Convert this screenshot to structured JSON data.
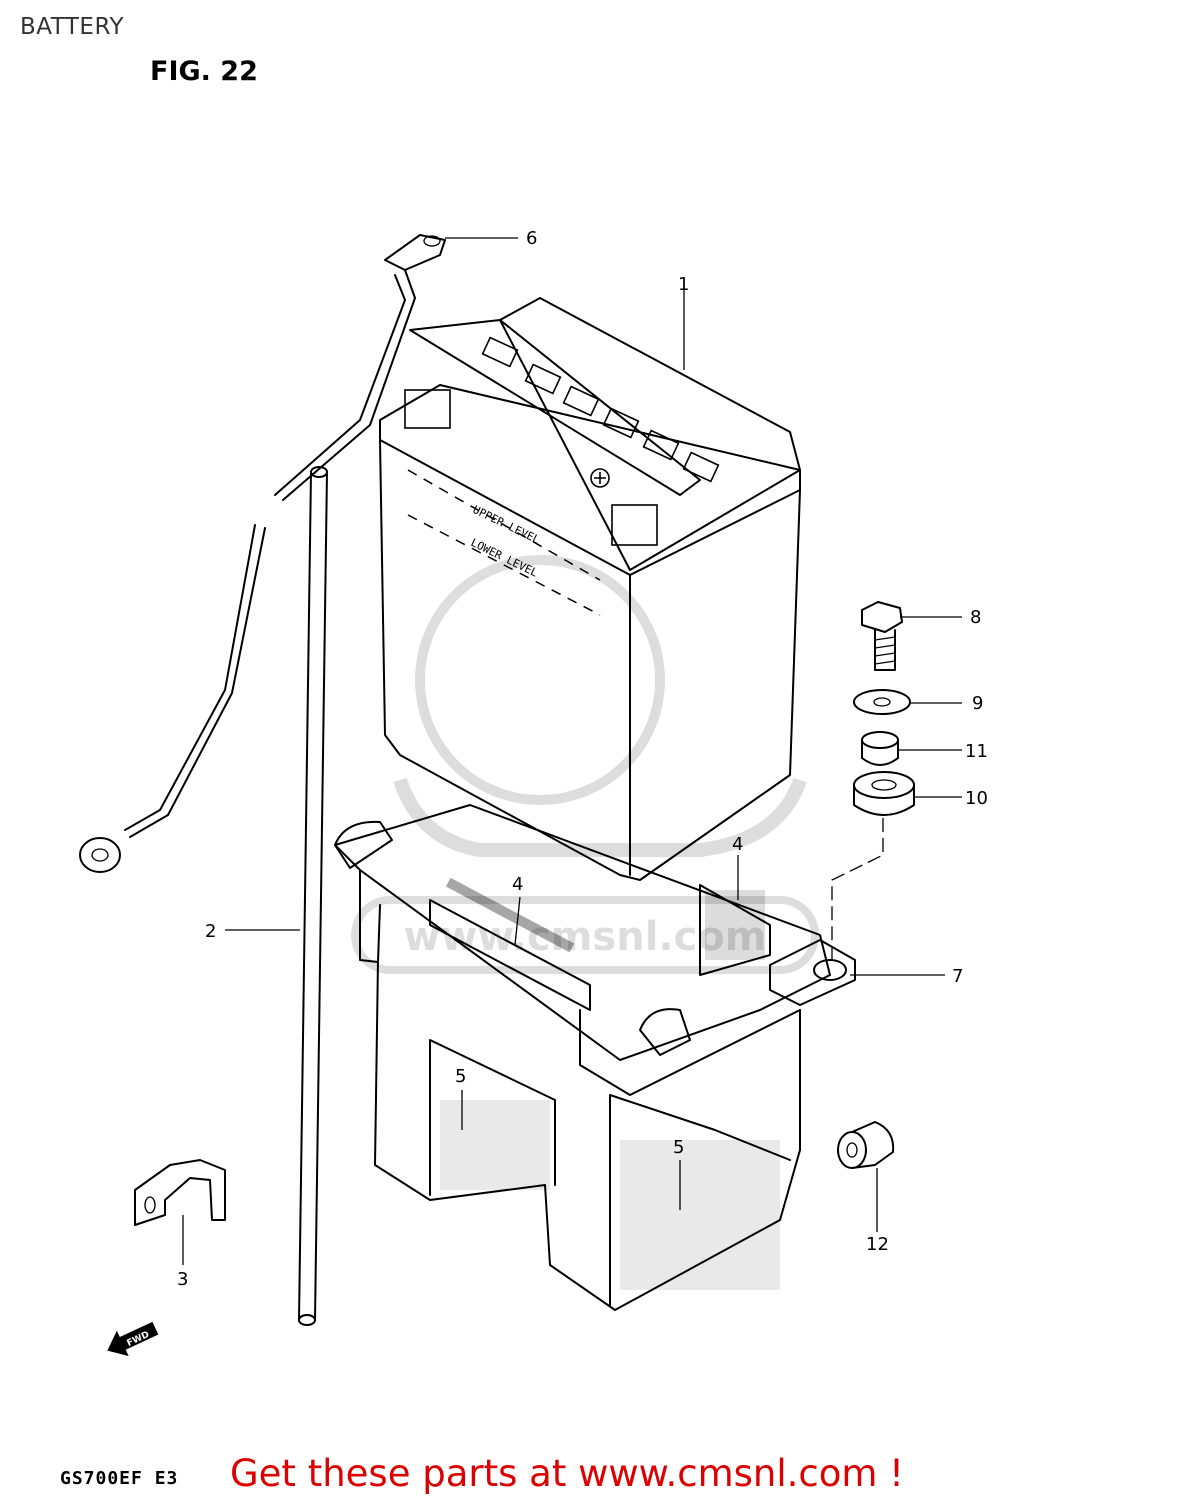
{
  "header": {
    "title": "BATTERY",
    "figure": "FIG. 22"
  },
  "footer": {
    "model": "GS700EF E3",
    "link_text": "Get these parts at www.cmsnl.com !"
  },
  "battery_markings": {
    "upper": "UPPER LEVEL",
    "lower": "LOWER LEVEL"
  },
  "direction_marker": "FWD",
  "watermark_text": "www.cmsnl.com",
  "callouts": {
    "c1": "1",
    "c2": "2",
    "c3": "3",
    "c4a": "4",
    "c4b": "4",
    "c5a": "5",
    "c5b": "5",
    "c6": "6",
    "c7": "7",
    "c8": "8",
    "c9": "9",
    "c10": "10",
    "c11": "11",
    "c12": "12"
  }
}
